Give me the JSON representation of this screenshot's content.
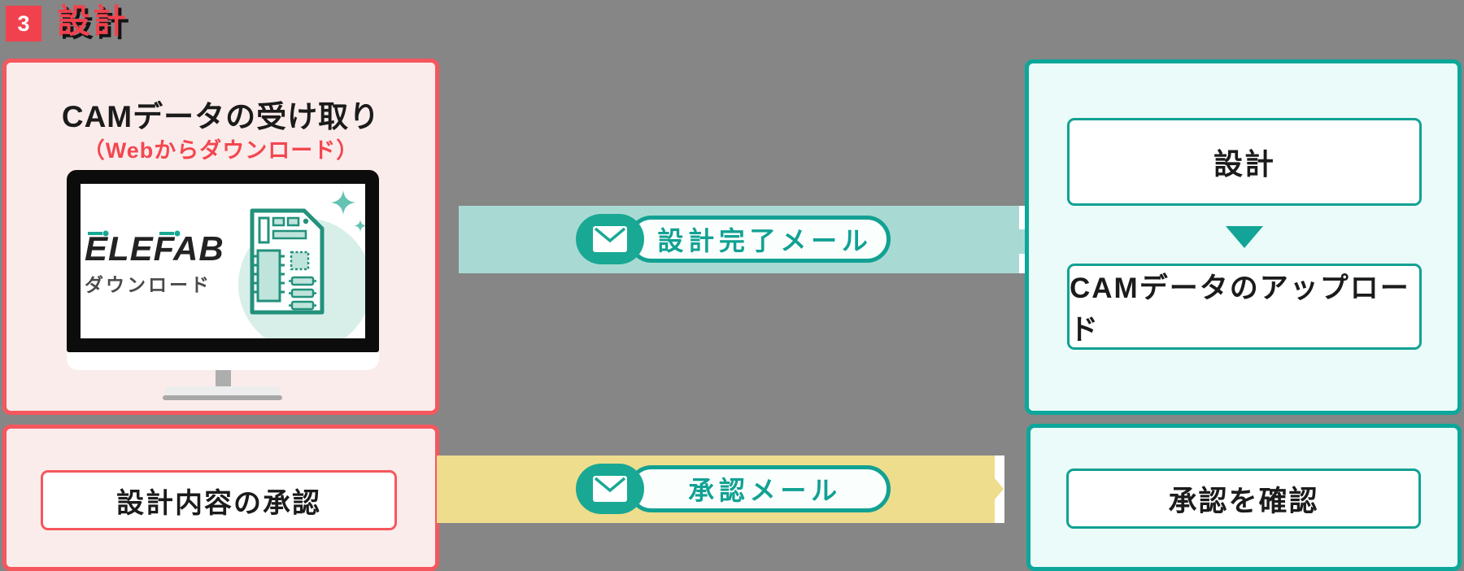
{
  "header": {
    "step_number": "3",
    "title": "設計"
  },
  "receive_panel": {
    "title": "CAMデータの受け取り",
    "subtitle": "（Webからダウンロード）",
    "monitor_logo": "ELEFAB",
    "monitor_logo_sub": "ダウンロード"
  },
  "approval_panel": {
    "label": "設計内容の承認"
  },
  "design_panel": {
    "step1": "設計",
    "step2": "CAMデータのアップロード"
  },
  "confirm_panel": {
    "label": "承認を確認"
  },
  "mails": {
    "design_complete": "設計完了メール",
    "approval": "承認メール"
  },
  "icons": {
    "mail": "envelope",
    "arrow_down": "triangle-down",
    "arrow_right": "chevron-right",
    "sparkle": "four-point-star"
  },
  "colors": {
    "background": "#868686",
    "red_accent": "#F2414E",
    "red_border": "#F5575E",
    "pink_panel": "#FBECEC",
    "teal_border": "#0CA79A",
    "teal_accent": "#12A193",
    "teal_cap": "#19A893",
    "cyan_panel": "#EAFBF9",
    "band_teal": "#A8DAD3",
    "band_yellow": "#EEDD8C"
  }
}
